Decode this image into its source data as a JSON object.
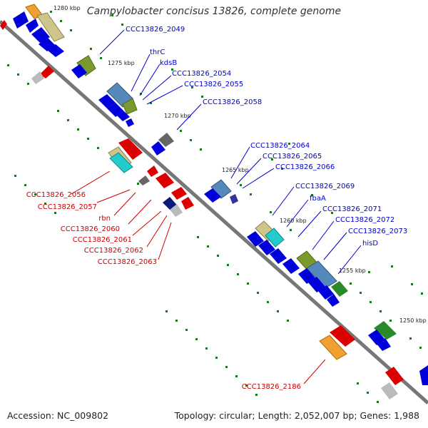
{
  "header": {
    "title": "Campylobacter concisus 13826, complete genome"
  },
  "footer": {
    "accession": "Accession: NC_009802",
    "summary": "Topology: circular; Length: 2,052,007 bp; Genes: 1,988"
  },
  "kbp_ticks": [
    "1280 kbp",
    "1275 kbp",
    "1270 kbp",
    "1265 kbp",
    "1260 kbp",
    "1255 kbp",
    "1250 kbp"
  ],
  "forward_labels": [
    "CCC13826_2049",
    "thrC",
    "kdsB",
    "CCC13826_2054",
    "CCC13826_2055",
    "CCC13826_2058",
    "CCC13826_2064",
    "CCC13826_2065",
    "CCC13826_2066",
    "CCC13826_2069",
    "fbaA",
    "CCC13826_2071",
    "CCC13826_2072",
    "CCC13826_2073",
    "hisD"
  ],
  "reverse_labels": [
    "CCC13826_2056",
    "CCC13826_2057",
    "rbn",
    "CCC13826_2060",
    "CCC13826_2061",
    "CCC13826_2062",
    "CCC13826_2063",
    "CCC13826_2186"
  ],
  "colors": {
    "forward": "#0000cc",
    "reverse": "#cc0000",
    "backbone": "#777777",
    "tick": "#1a7a1a"
  }
}
